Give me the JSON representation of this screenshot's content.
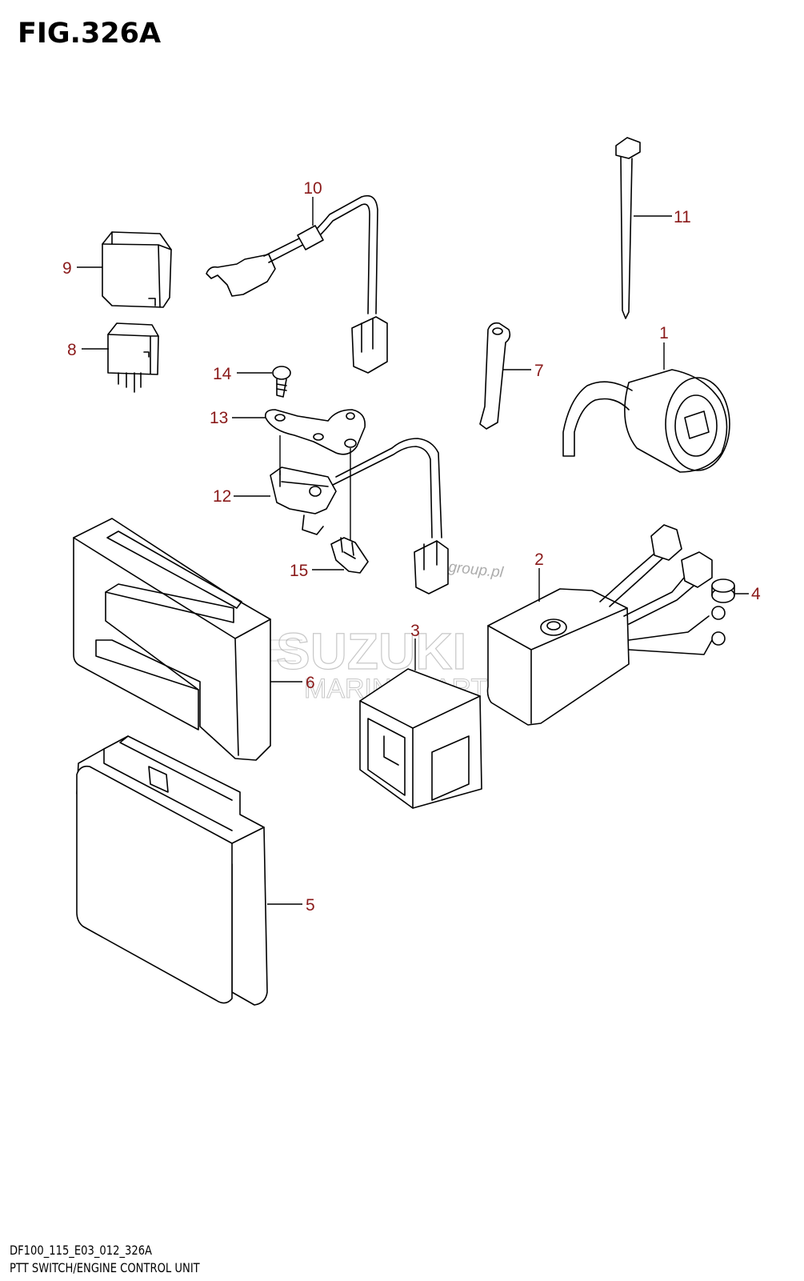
{
  "figure": {
    "title": "FIG.326A"
  },
  "callouts": {
    "c1": "1",
    "c2": "2",
    "c3": "3",
    "c4": "4",
    "c5": "5",
    "c6": "6",
    "c7": "7",
    "c8": "8",
    "c9": "9",
    "c10": "10",
    "c11": "11",
    "c12": "12",
    "c13": "13",
    "c14": "14",
    "c15": "15"
  },
  "watermark": {
    "brand": "SUZUKI",
    "subtitle": "MARINE PARTS",
    "url": "motogroup.pl"
  },
  "footer": {
    "code": "DF100_115_E03_012_326A",
    "name": "PTT SWITCH/ENGINE CONTROL UNIT"
  },
  "colors": {
    "callout": "#8a1a1a",
    "line": "#000000",
    "watermark": "#9a9a9a"
  }
}
